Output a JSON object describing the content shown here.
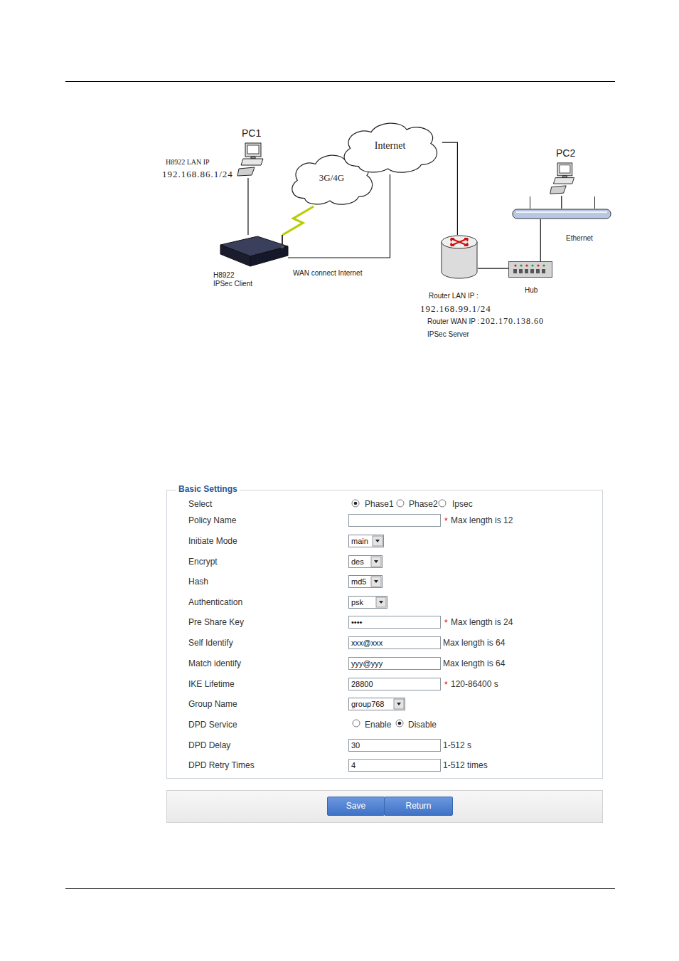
{
  "diagram": {
    "nodes": [
      {
        "text": [
          "PC1"
        ]
      },
      {
        "text": [
          "3G/4G"
        ]
      },
      {
        "text": [
          "Internet"
        ]
      },
      {
        "text": [
          "PC2"
        ]
      },
      {
        "text": [
          "Ethernet"
        ]
      },
      {
        "text": [
          "H8922 IPSec Client"
        ]
      },
      {
        "text": [
          "Router LAN IP :",
          "192.168.99.1/24",
          "Router WAN IP :",
          "202.170.138.60",
          "IPSec Server"
        ]
      },
      {
        "text": [
          "Hub"
        ]
      },
      {
        "text": [
          "Basic Settings"
        ]
      },
      {
        "text": [
          "main"
        ],
        "in": 8
      },
      {
        "text": [
          "des"
        ],
        "in": 8
      },
      {
        "text": [
          "md5"
        ],
        "in": 8
      },
      {
        "text": [
          "psk"
        ],
        "in": 8
      },
      {
        "text": [
          "••••"
        ],
        "in": 8
      },
      {
        "text": [
          "xxx@xxx"
        ],
        "in": 8
      },
      {
        "text": [
          "yyy@yyy"
        ],
        "in": 8
      },
      {
        "text": [
          "28800"
        ],
        "in": 8
      },
      {
        "text": [
          "group768"
        ],
        "in": 8
      },
      {
        "text": [
          "30"
        ],
        "in": 8
      },
      {
        "text": [
          "4"
        ],
        "in": 8
      },
      {
        "text": [
          "Save"
        ]
      },
      {
        "text": [
          "Return"
        ]
      }
    ],
    "edges": [
      {
        "from": 0,
        "to": 5,
        "arrow": "none"
      },
      {
        "from": 5,
        "to": 1,
        "arrow": "none"
      },
      {
        "from": 5,
        "to": 2,
        "label": "WAN connect Internet",
        "arrow": "none"
      },
      {
        "from": 2,
        "to": 6,
        "arrow": "none"
      },
      {
        "from": 6,
        "to": 7,
        "arrow": "none"
      },
      {
        "from": 7,
        "to": 4,
        "arrow": "none"
      },
      {
        "from": 3,
        "to": 4,
        "arrow": "none"
      }
    ],
    "labels": [
      "H8922 LAN IP",
      "192.168.86.1/24",
      "Select",
      "Phase1",
      "Phase2",
      "Ipsec",
      "Policy Name",
      "*",
      "Max length is 12",
      "Initiate Mode",
      "Encrypt",
      "Hash",
      "Authentication",
      "Pre Share Key",
      "*",
      "Max length is 24",
      "Self Identify",
      "Max length is 64",
      "Match identify",
      "Max length is 64",
      "IKE Lifetime",
      "*",
      "120-86400 s",
      "Group Name",
      "DPD Service",
      "Enable",
      "Disable",
      "DPD Delay",
      "1-512 s",
      "DPD Retry Times",
      "1-512 times"
    ]
  }
}
